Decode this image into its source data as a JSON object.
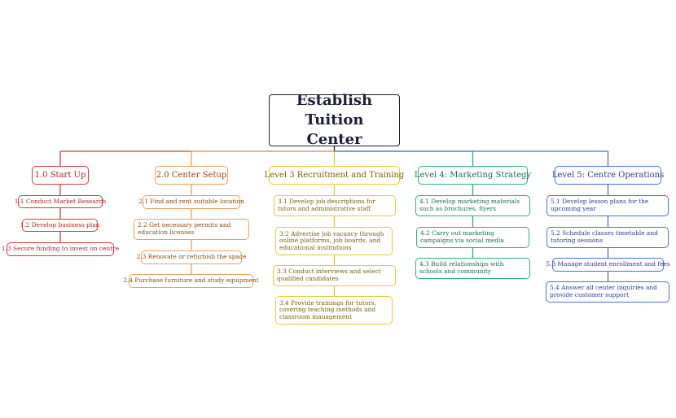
{
  "root": {
    "title": "Establish Tuition Center",
    "color": "#1c1f3a"
  },
  "branches": [
    {
      "id": "b1",
      "label": "1.0 Start Up",
      "color": "#d93a3a",
      "text_color": "#b82424",
      "children": [
        "1.1 Conduct Market Research",
        "1.2 Develop business plan",
        "1.3 Secure funding to invest on centre"
      ]
    },
    {
      "id": "b2",
      "label": "2.0 Center Setup",
      "color": "#f0a05c",
      "text_color": "#8a4a10",
      "children": [
        "2.1 Find and rent suitable location",
        "2.2 Get necessary permits and education licenses",
        "2.3 Renovate or refurbish the space",
        "2.4 Purchase furniture and study equipment"
      ]
    },
    {
      "id": "b3",
      "label": "Level 3 Recruitment and Training",
      "color": "#ecc832",
      "text_color": "#7a6208",
      "children": [
        "3.1 Develop job descriptions for tutors and administrative staff",
        "3.2 Advertise job vacancy through online platforms, job boards, and educational institutions",
        "3.3 Conduct interviews and select qualified candidates",
        "3.4 Provide trainings for tutors, covering teaching methods and classroom management"
      ]
    },
    {
      "id": "b4",
      "label": "Level 4: Marketing Strategy",
      "color": "#2fae84",
      "text_color": "#1d6e55",
      "children": [
        "4.1 Develop marketing materials such as brochures, flyers",
        "4.2 Carry out marketing campaigns via social media",
        "4.3 Build relationships with schools and community"
      ]
    },
    {
      "id": "b5",
      "label": "Level 5: Centre Operations",
      "color": "#4c6fe0",
      "text_color": "#2a3f8f",
      "children": [
        "5.1 Develop lesson plans for the upcoming year",
        "5.2 Schedule classes timetable and tutoring sessions",
        "5.3 Manage student enrollment and fees",
        "5.4 Answer all center inquiries and provide customer support"
      ]
    }
  ]
}
